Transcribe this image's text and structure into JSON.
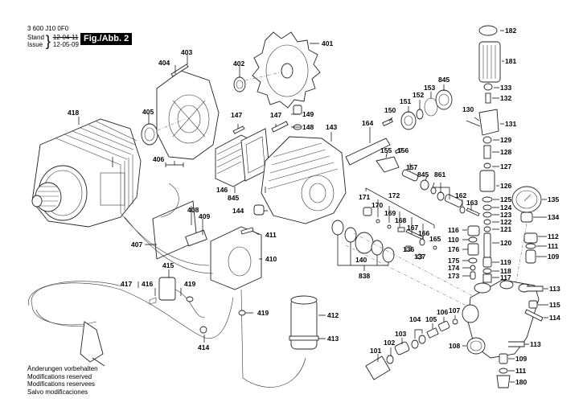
{
  "header": {
    "doc_number": "3 600 J10 0F0",
    "stand_label": "Stand",
    "issue_label": "Issue",
    "stand_date": "12-04-11",
    "issue_date": "12-05-09",
    "figure_badge": "Fig./Abb. 2"
  },
  "footer": {
    "lines": [
      "Änderungen vorbehalten",
      "Modifications reserved",
      "Modifications reservees",
      "Salvo modificaciones"
    ]
  },
  "labels": {
    "p401": "401",
    "p402": "402",
    "p403": "403",
    "p404": "404",
    "p405": "405",
    "p406": "406",
    "p407": "407",
    "p408": "408",
    "p409": "409",
    "p410": "410",
    "p411": "411",
    "p412": "412",
    "p413": "413",
    "p414": "414",
    "p415": "415",
    "p416": "416",
    "p417": "417",
    "p418": "418",
    "p419a": "419",
    "p419b": "419",
    "p143": "143",
    "p144": "144",
    "p146": "146",
    "p147a": "147",
    "p147b": "147",
    "p148": "148",
    "p149": "149",
    "p845a": "845",
    "p845b": "845",
    "p845c": "845",
    "p150": "150",
    "p151": "151",
    "p152": "152",
    "p153": "153",
    "p164": "164",
    "p155": "155",
    "p156": "156",
    "p157": "157",
    "p861": "861",
    "p162": "162",
    "p163": "163",
    "p171": "171",
    "p170": "170",
    "p169": "169",
    "p172": "172",
    "p168": "168",
    "p167": "167",
    "p166": "166",
    "p165": "165",
    "p140": "140",
    "p838": "838",
    "p136": "136",
    "p137": "137",
    "p182": "182",
    "p181": "181",
    "p133": "133",
    "p132": "132",
    "p130": "130",
    "p131": "131",
    "p129": "129",
    "p128": "128",
    "p127": "127",
    "p126": "126",
    "p125": "125",
    "p124": "124",
    "p123": "123",
    "p122": "122",
    "p121": "121",
    "p120": "120",
    "p119": "119",
    "p118": "118",
    "p117": "117",
    "p116": "116",
    "p110": "110",
    "p176": "176",
    "p175": "175",
    "p174": "174",
    "p173": "173",
    "p135": "135",
    "p134": "134",
    "p112": "112",
    "p111a": "111",
    "p109a": "109",
    "p113a": "113",
    "p115": "115",
    "p114": "114",
    "p113b": "113",
    "p108": "108",
    "p107": "107",
    "p106": "106",
    "p105": "105",
    "p104": "104",
    "p103": "103",
    "p102": "102",
    "p101": "101",
    "p109b": "109",
    "p111b": "111",
    "p180": "180"
  }
}
